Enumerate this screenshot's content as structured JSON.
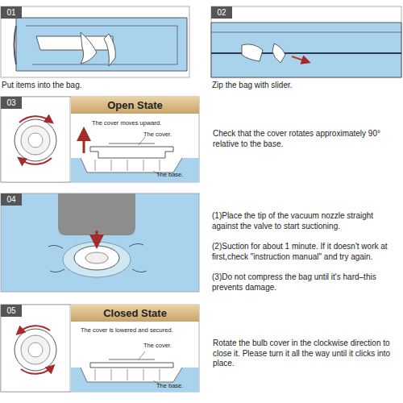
{
  "diagram": {
    "nodes": [
      {
        "text": [
          "01"
        ]
      },
      {
        "text": [
          "02"
        ]
      },
      {
        "text": [
          "03"
        ]
      },
      {
        "text": [
          "Open State"
        ]
      },
      {
        "text": [
          "04"
        ]
      },
      {
        "text": [
          "05"
        ]
      },
      {
        "text": [
          "Closed State"
        ]
      }
    ],
    "labels": [
      "Put items into the bag.",
      "Zip the bag with slider.",
      "The cover moves upward.",
      "The cover.",
      "The base.",
      "Check that the cover rotates approximately 90° relative to the base.",
      "(1)Place the tip of the vacuum nozzle straight against the valve to start suctioning.",
      "(2)Suction for about 1 minute. If it doesn't work at first,check \"instruction manual\" and try again.",
      "(3)Do not compress the bag until it's hard–this prevents damage.",
      "The cover is lowered and secured.",
      "The cover.",
      "The base.",
      "Rotate the bulb cover in the clockwise direction to close it. Please turn it all the way until it clicks into place."
    ]
  }
}
